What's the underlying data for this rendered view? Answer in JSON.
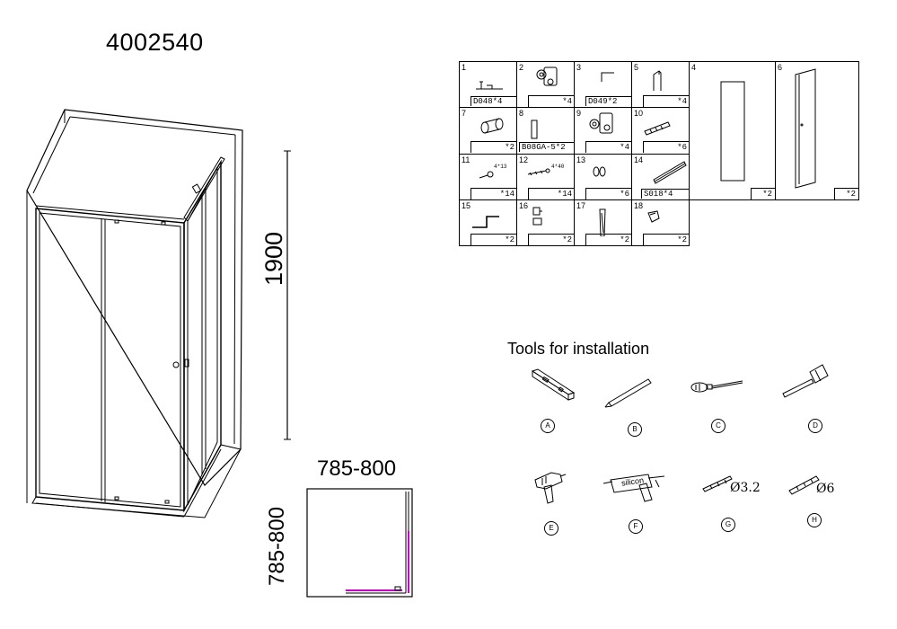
{
  "model_number": "4002540",
  "dimensions": {
    "height": "1900",
    "width": "785-800",
    "depth": "785-800"
  },
  "parts": [
    {
      "num": "1",
      "code": "D048",
      "qty": "*4"
    },
    {
      "num": "2",
      "code": "",
      "qty": "*4"
    },
    {
      "num": "3",
      "code": "D049",
      "qty": "*2"
    },
    {
      "num": "5",
      "code": "",
      "qty": "*4"
    },
    {
      "num": "4",
      "code": "",
      "qty": "*2"
    },
    {
      "num": "6",
      "code": "",
      "qty": "*2"
    },
    {
      "num": "7",
      "code": "",
      "qty": "*2"
    },
    {
      "num": "8",
      "code": "B08GA-5",
      "qty": "*2"
    },
    {
      "num": "9",
      "code": "",
      "qty": "*4"
    },
    {
      "num": "10",
      "code": "",
      "qty": "*6"
    },
    {
      "num": "11",
      "code": "",
      "qty": "*14"
    },
    {
      "num": "12",
      "code": "",
      "qty": "*14"
    },
    {
      "num": "13",
      "code": "",
      "qty": "*6"
    },
    {
      "num": "14",
      "code": "S018",
      "qty": "*4"
    },
    {
      "num": "15",
      "code": "",
      "qty": "*2"
    },
    {
      "num": "16",
      "code": "",
      "qty": "*2"
    },
    {
      "num": "17",
      "code": "",
      "qty": "*2"
    },
    {
      "num": "18",
      "code": "",
      "qty": "*2"
    }
  ],
  "part_combined": {
    "p1": "D048*4",
    "p3": "D049*2",
    "p8": "B08GA-5*2",
    "p14": "S018*4"
  },
  "screw_labels": {
    "s11": "4*13",
    "s12": "4*40"
  },
  "tools_title": "Tools for installation",
  "tools": [
    {
      "letter": "A",
      "name": "level"
    },
    {
      "letter": "B",
      "name": "pencil"
    },
    {
      "letter": "C",
      "name": "screwdriver"
    },
    {
      "letter": "D",
      "name": "hammer"
    },
    {
      "letter": "E",
      "name": "drill"
    },
    {
      "letter": "F",
      "name": "silicone-gun"
    },
    {
      "letter": "G",
      "name": "drill-bit",
      "label": "Ø3.2"
    },
    {
      "letter": "H",
      "name": "drill-bit",
      "label": "Ø6"
    }
  ],
  "silicon_text": "silicon",
  "colors": {
    "line": "#000000",
    "accent": "#cc00cc"
  }
}
